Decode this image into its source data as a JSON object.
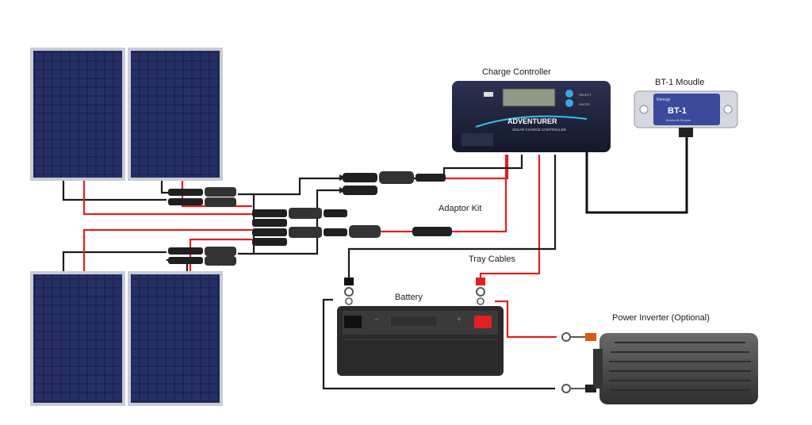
{
  "labels": {
    "charge_controller": "Charge Controller",
    "bt1_module": "BT-1 Moudle",
    "adaptor_kit": "Adaptor Kit",
    "tray_cables": "Tray Cables",
    "battery": "Battery",
    "power_inverter": "Power Inverter (Optional)"
  },
  "controller": {
    "brand": "ADVENTURER",
    "subtitle": "SOLAR CHARGE CONTROLLER",
    "select_label": "SELECT",
    "enter_label": "ENTER"
  },
  "bt1": {
    "brand": "Renogy",
    "model": "BT-1",
    "caption": "Bluetooth Module"
  },
  "colors": {
    "positive": "#e02020",
    "negative": "#1a1a1a",
    "panel_cell": "#1d2450",
    "panel_frame": "#c9ccd4",
    "controller_body": "#1f2340",
    "bt1_face": "#3b4a9a",
    "battery_body": "#2a2a2a",
    "inverter_body": "#4a4a4a"
  },
  "battery": {
    "neg_symbol": "−",
    "pos_symbol": "+"
  }
}
